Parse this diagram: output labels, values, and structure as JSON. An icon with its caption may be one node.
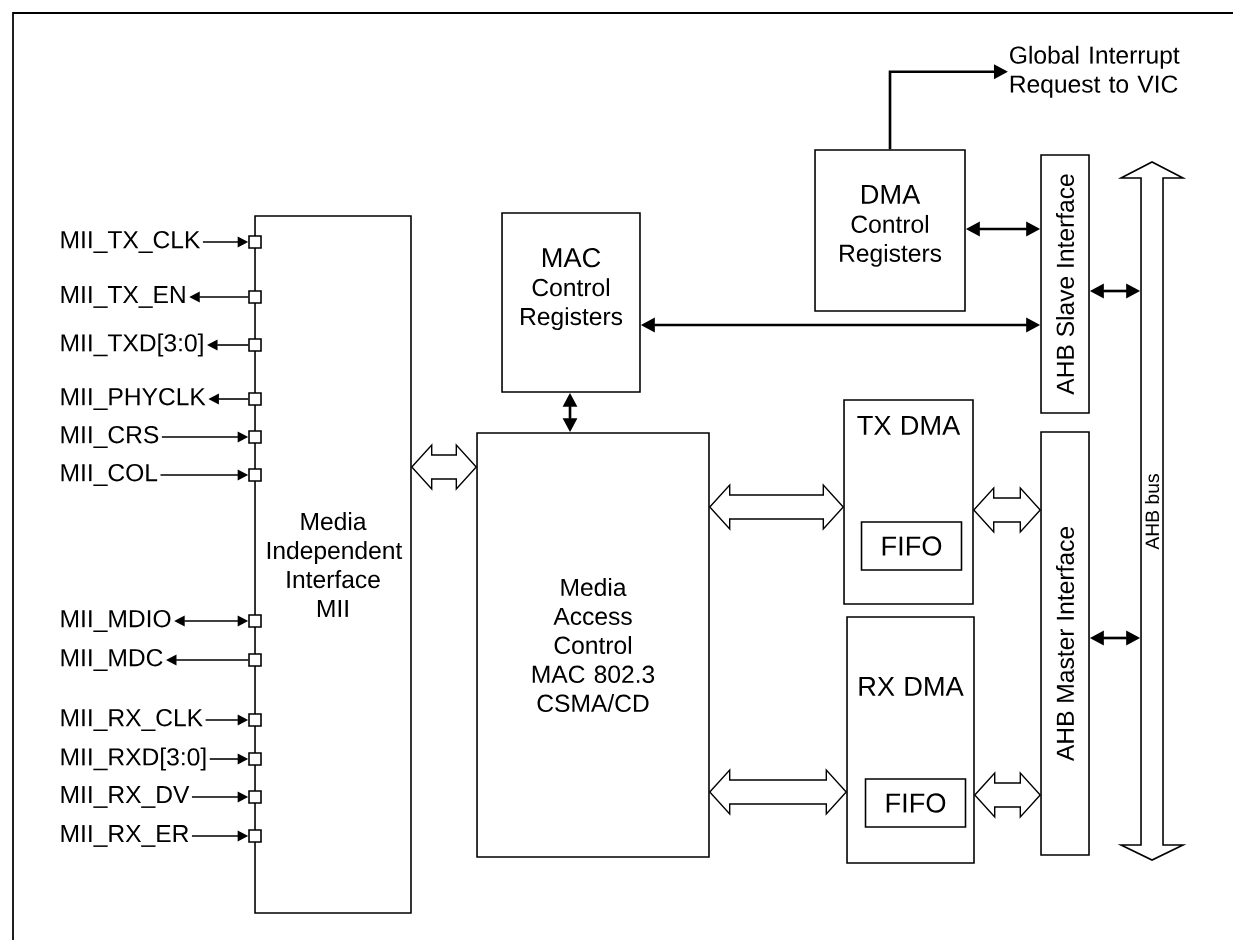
{
  "diagram": {
    "nodes": [
      {
        "text": [
          "Global Interrupt Request to VIC"
        ]
      },
      {
        "text": [
          "DMA",
          "Control Registers"
        ]
      },
      {
        "text": [
          "AHB Slave Interface"
        ]
      },
      {
        "text": [
          "AHB bus"
        ]
      },
      {
        "text": [
          "MAC",
          "Control Registers"
        ]
      },
      {
        "text": [
          "Media Independent Interface MII"
        ]
      },
      {
        "text": [
          "MII_TX_CLK"
        ]
      },
      {
        "text": [],
        "shape": "box"
      },
      {
        "text": [
          "MII_TX_EN"
        ]
      },
      {
        "text": [],
        "shape": "box"
      },
      {
        "text": [
          "MII_TXD[3:0]"
        ]
      },
      {
        "text": [],
        "shape": "box"
      },
      {
        "text": [
          "MII_PHYCLK"
        ]
      },
      {
        "text": [],
        "shape": "box"
      },
      {
        "text": [
          "MII_CRS"
        ]
      },
      {
        "text": [],
        "shape": "box"
      },
      {
        "text": [
          "MII_COL"
        ]
      },
      {
        "text": [],
        "shape": "box"
      },
      {
        "text": [
          "MII_MDIO"
        ]
      },
      {
        "text": [],
        "shape": "box"
      },
      {
        "text": [
          "MII_MDC"
        ]
      },
      {
        "text": [],
        "shape": "box"
      },
      {
        "text": [
          "MII_RX_CLK"
        ]
      },
      {
        "text": [],
        "shape": "box"
      },
      {
        "text": [
          "MII_RXD[3:0]"
        ]
      },
      {
        "text": [],
        "shape": "box"
      },
      {
        "text": [
          "MII_RX_DV"
        ]
      },
      {
        "text": [],
        "shape": "box"
      },
      {
        "text": [
          "MII_RX_ER"
        ]
      },
      {
        "text": [],
        "shape": "box"
      },
      {
        "text": [
          "Media Access Control MAC 802.3 CSMA/CD"
        ]
      },
      {
        "text": [
          "TX DMA"
        ]
      },
      {
        "text": [
          "FIFO"
        ],
        "in": 31
      },
      {
        "text": [
          "RX DMA"
        ]
      },
      {
        "text": [
          "FIFO"
        ],
        "in": 33
      },
      {
        "text": [
          "AHB Master Interface"
        ]
      }
    ],
    "edges": [
      {
        "from": 1,
        "to": 0,
        "arrow": "to"
      },
      {
        "from": 1,
        "to": 2,
        "arrow": "both"
      },
      {
        "from": 4,
        "to": 2,
        "arrow": "both"
      },
      {
        "from": 2,
        "to": 3,
        "arrow": "both"
      },
      {
        "from": 4,
        "to": 30,
        "arrow": "both"
      },
      {
        "from": 5,
        "to": 30,
        "arrow": "both",
        "style": "thick"
      },
      {
        "from": 30,
        "to": 31,
        "arrow": "both",
        "style": "thick"
      },
      {
        "from": 30,
        "to": 33,
        "arrow": "both",
        "style": "thick"
      },
      {
        "from": 31,
        "to": 35,
        "arrow": "both",
        "style": "thick"
      },
      {
        "from": 33,
        "to": 35,
        "arrow": "both",
        "style": "thick"
      },
      {
        "from": 35,
        "to": 3,
        "arrow": "both"
      },
      {
        "from": 6,
        "to": 7,
        "arrow": "to"
      },
      {
        "from": 9,
        "to": 8,
        "arrow": "to"
      },
      {
        "from": 11,
        "to": 10,
        "arrow": "to"
      },
      {
        "from": 13,
        "to": 12,
        "arrow": "to"
      },
      {
        "from": 14,
        "to": 15,
        "arrow": "to"
      },
      {
        "from": 16,
        "to": 17,
        "arrow": "to"
      },
      {
        "from": 18,
        "to": 19,
        "arrow": "both"
      },
      {
        "from": 21,
        "to": 20,
        "arrow": "to"
      },
      {
        "from": 22,
        "to": 23,
        "arrow": "to"
      },
      {
        "from": 24,
        "to": 25,
        "arrow": "to"
      },
      {
        "from": 26,
        "to": 27,
        "arrow": "to"
      },
      {
        "from": 28,
        "to": 29,
        "arrow": "to"
      }
    ]
  }
}
